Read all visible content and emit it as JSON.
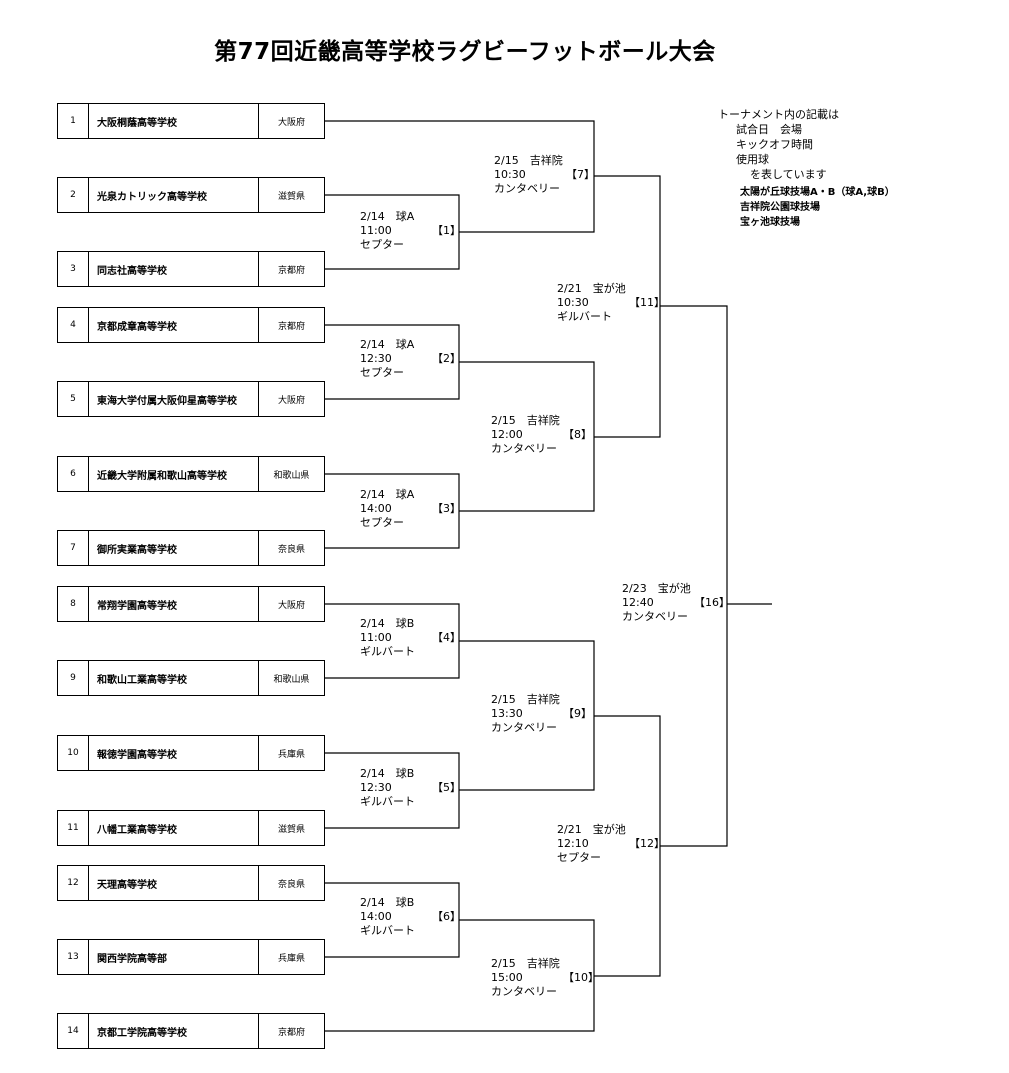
{
  "title": "第77回近畿高等学校ラグビーフットボール大会",
  "teams": [
    {
      "seed": "1",
      "name": "大阪桐蔭高等学校",
      "pref": "大阪府"
    },
    {
      "seed": "2",
      "name": "光泉カトリック高等学校",
      "pref": "滋賀県"
    },
    {
      "seed": "3",
      "name": "同志社高等学校",
      "pref": "京都府"
    },
    {
      "seed": "4",
      "name": "京都成章高等学校",
      "pref": "京都府"
    },
    {
      "seed": "5",
      "name": "東海大学付属大阪仰星高等学校",
      "pref": "大阪府"
    },
    {
      "seed": "6",
      "name": "近畿大学附属和歌山高等学校",
      "pref": "和歌山県"
    },
    {
      "seed": "7",
      "name": "御所実業高等学校",
      "pref": "奈良県"
    },
    {
      "seed": "8",
      "name": "常翔学園高等学校",
      "pref": "大阪府"
    },
    {
      "seed": "9",
      "name": "和歌山工業高等学校",
      "pref": "和歌山県"
    },
    {
      "seed": "10",
      "name": "報徳学園高等学校",
      "pref": "兵庫県"
    },
    {
      "seed": "11",
      "name": "八幡工業高等学校",
      "pref": "滋賀県"
    },
    {
      "seed": "12",
      "name": "天理高等学校",
      "pref": "奈良県"
    },
    {
      "seed": "13",
      "name": "関西学院高等部",
      "pref": "兵庫県"
    },
    {
      "seed": "14",
      "name": "京都工学院高等学校",
      "pref": "京都府"
    }
  ],
  "matches": {
    "m1": {
      "date": "2/14　球A",
      "time": "11:00",
      "ball": "セプター",
      "num": "【1】"
    },
    "m2": {
      "date": "2/14　球A",
      "time": "12:30",
      "ball": "セプター",
      "num": "【2】"
    },
    "m3": {
      "date": "2/14　球A",
      "time": "14:00",
      "ball": "セプター",
      "num": "【3】"
    },
    "m4": {
      "date": "2/14　球B",
      "time": "11:00",
      "ball": "ギルバート",
      "num": "【4】"
    },
    "m5": {
      "date": "2/14　球B",
      "time": "12:30",
      "ball": "ギルバート",
      "num": "【5】"
    },
    "m6": {
      "date": "2/14　球B",
      "time": "14:00",
      "ball": "ギルバート",
      "num": "【6】"
    },
    "m7": {
      "date": "2/15　吉祥院",
      "time": "10:30",
      "ball": "カンタベリー",
      "num": "【7】"
    },
    "m8": {
      "date": "2/15　吉祥院",
      "time": "12:00",
      "ball": "カンタベリー",
      "num": "【8】"
    },
    "m9": {
      "date": "2/15　吉祥院",
      "time": "13:30",
      "ball": "カンタベリー",
      "num": "【9】"
    },
    "m10": {
      "date": "2/15　吉祥院",
      "time": "15:00",
      "ball": "カンタベリー",
      "num": "【10】"
    },
    "m11": {
      "date": "2/21　宝が池",
      "time": "10:30",
      "ball": "ギルバート",
      "num": "【11】"
    },
    "m12": {
      "date": "2/21　宝が池",
      "time": "12:10",
      "ball": "セプター",
      "num": "【12】"
    },
    "m16": {
      "date": "2/23　宝が池",
      "time": "12:40",
      "ball": "カンタベリー",
      "num": "【16】"
    }
  },
  "legend": {
    "line1": "トーナメント内の記載は",
    "line2": "試合日　会場",
    "line3": "キックオフ時間",
    "line4": "使用球",
    "line5": "を表しています",
    "venue1": "太陽が丘球技場A・B（球A,球B）",
    "venue2": "吉祥院公園球技場",
    "venue3": "宝ヶ池球技場"
  }
}
